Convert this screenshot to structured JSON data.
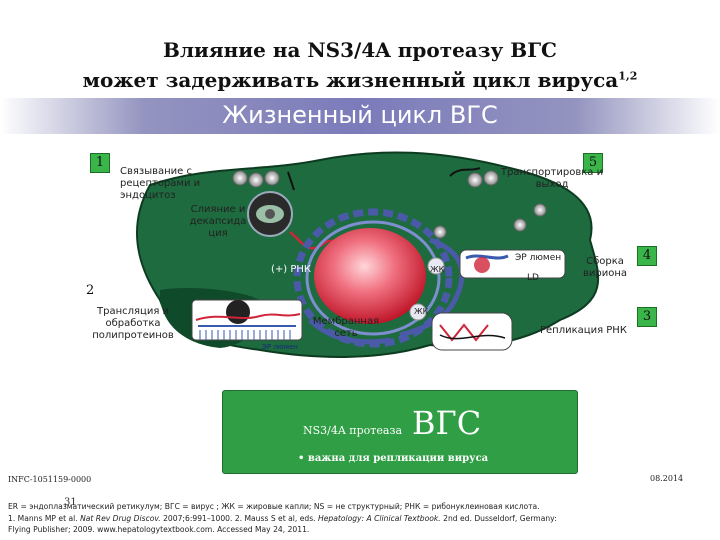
{
  "title": {
    "line1": "Влияние на NS3/4A протеазу ВГС",
    "line2": "может задерживать жизненный цикл вируса",
    "line2_sup": "1,2"
  },
  "banner": "Жизненный цикл ВГС",
  "steps": {
    "1": "1",
    "2": "2",
    "3": "3",
    "4": "4",
    "5": "5",
    "1_label": "Связывание с рецепторами и эндоцитоз",
    "fusion": "Слияние и декапсида ция",
    "rna_plus": "(+) РНК",
    "2_label": "Трансляция и обработка полипротеинов",
    "er_lumen_left": "ЭР люмен",
    "membranous_web": "Мембранная сеть",
    "lipid_droplet_1": "ЖК",
    "lipid_droplet_2": "ЖК",
    "er_lumen_right": "ЭР люмен",
    "ld": "LD",
    "5_label": "Транспортировка и выход",
    "4_label": "Сборка вириона",
    "3_label": "Репликация РНК"
  },
  "summary": {
    "protease": "NS3/4A протеаза",
    "hcv": "ВГС",
    "bullet": "• важна для репликации вируса"
  },
  "doc_code": "INFC-1051159-0000",
  "date": "08.2014",
  "page_number": "31",
  "footnotes": {
    "abbreviations": "ER = эндоплазматический ретикулум; ВГС = вирус ; ЖК = жировые капли; NS = не структурный; РНК = рибонуклеиновая кислота.",
    "ref1_a": "1. Manns MP et al. ",
    "ref1_journal": "Nat Rev Drug Discov.",
    "ref1_b": " 2007;6:991–1000. 2. Mauss S et al, eds. ",
    "ref2_title": "Hepatology: A Clinical Textbook.",
    "ref2_b": " 2nd ed. Dusseldorf, Germany:",
    "ref_line3": "Flying Publisher; 2009. www.hepatologytextbook.com. Accessed May 24, 2011."
  },
  "colors": {
    "cell": "#1d6b3f",
    "nucleus": "#d42a3a",
    "er": "#4a5aa8",
    "summary_box": "#2f9e44",
    "badge": "#39b54a"
  }
}
